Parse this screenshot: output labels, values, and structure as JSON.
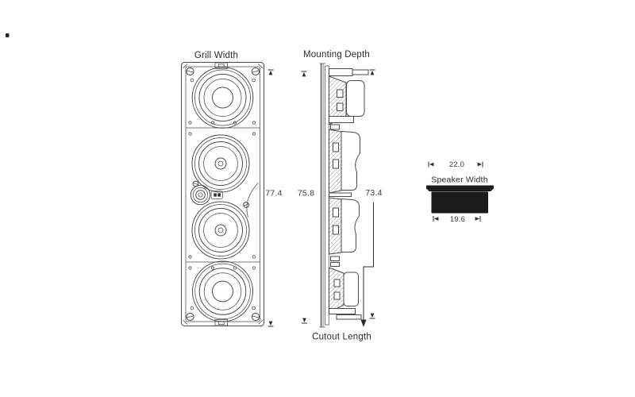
{
  "labels": {
    "grill_width": "Grill Width",
    "mounting_depth": "Mounting Depth",
    "cutout_length": "Cutout Length",
    "speaker_width": "Speaker Width"
  },
  "dimensions": {
    "grill_length": "77.4",
    "frame_length": "75.8",
    "cutout_length": "73.4",
    "overall_width": "22.0",
    "cutout_width": "19.6"
  },
  "colors": {
    "line": "#4b4b4b",
    "text": "#2b2b2b",
    "solid": "#1b1b1b",
    "background": "#ffffff"
  }
}
